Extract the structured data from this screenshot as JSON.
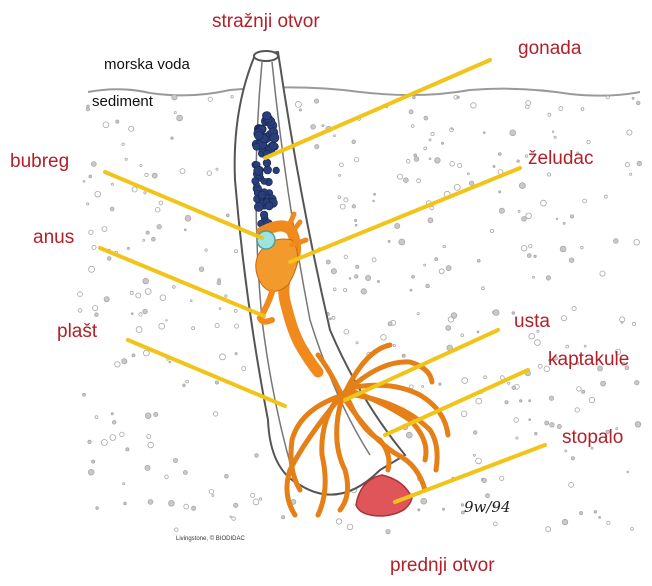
{
  "labels": {
    "straznji_otvor": "stražnji otvor",
    "morska_voda": "morska voda",
    "sediment": "sediment",
    "gonada": "gonada",
    "bubreg": "bubreg",
    "zeludac": "želudac",
    "anus": "anus",
    "plast": "plašt",
    "usta": "usta",
    "kaptakule": "kaptakule",
    "stopalo": "stopalo",
    "prednji_otvor": "prednji otvor"
  },
  "credit": "Livingstone, © BIODIDAC",
  "signature": "9w/94",
  "colors": {
    "label_text": "#b3202a",
    "pointer_line": "#f0c419",
    "gut": "#f08a1c",
    "gonad": "#2a3f7a",
    "kidney": "#9fe3df",
    "foot": "#e0555a"
  }
}
